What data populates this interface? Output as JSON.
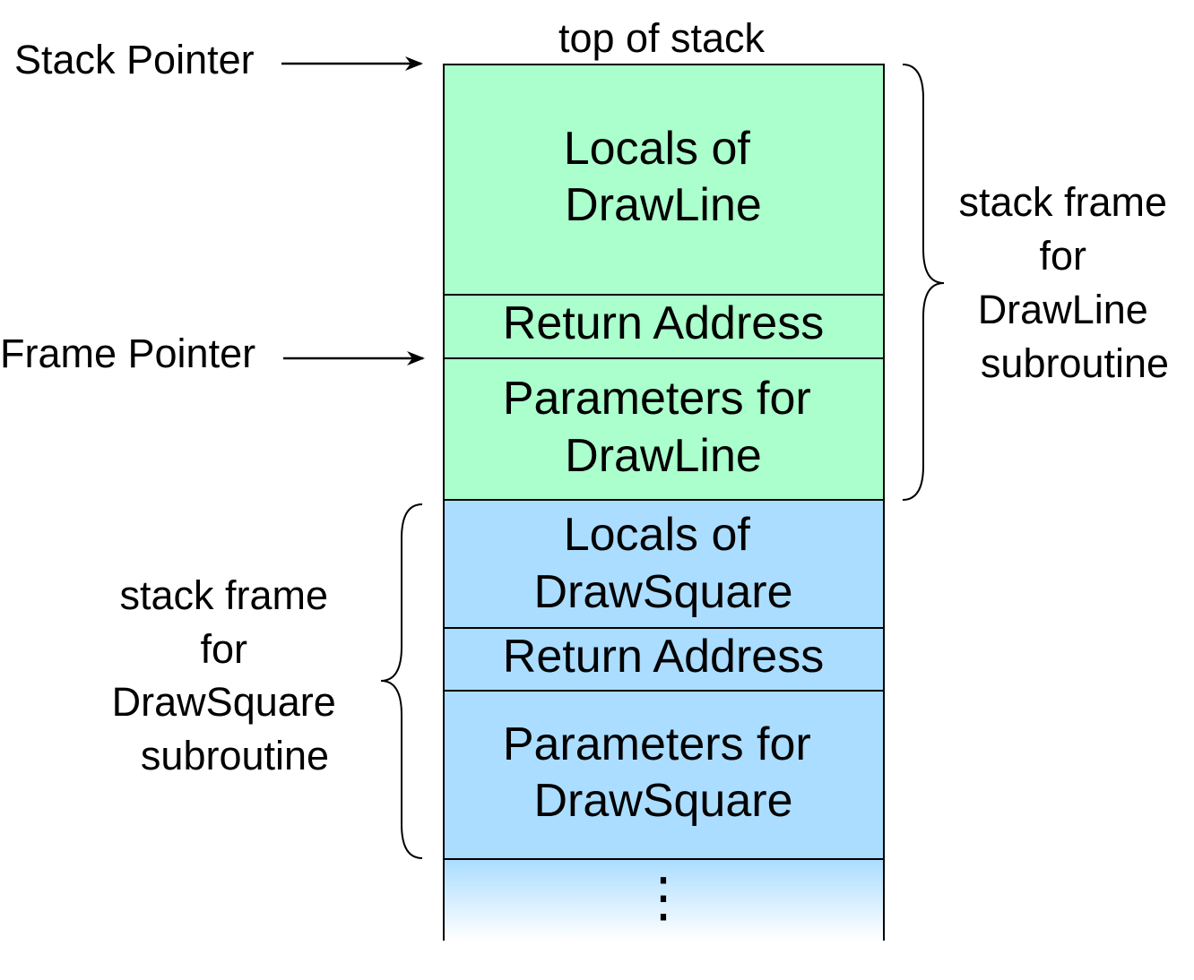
{
  "diagram": {
    "top_label": "top of stack",
    "pointers": {
      "stack_pointer": "Stack Pointer",
      "frame_pointer": "Frame Pointer"
    },
    "frames": [
      {
        "id": "drawline",
        "color": "#aaffcc",
        "label_lines": [
          "stack frame",
          "for",
          "DrawLine",
          "subroutine"
        ],
        "cells": [
          {
            "lines": [
              "Locals of",
              "DrawLine"
            ]
          },
          {
            "lines": [
              "Return Address"
            ]
          },
          {
            "lines": [
              "Parameters for",
              "DrawLine"
            ]
          }
        ]
      },
      {
        "id": "drawsquare",
        "color": "#aaddff",
        "label_lines": [
          "stack frame",
          "for",
          "DrawSquare",
          "subroutine"
        ],
        "cells": [
          {
            "lines": [
              "Locals of",
              "DrawSquare"
            ]
          },
          {
            "lines": [
              "Return Address"
            ]
          },
          {
            "lines": [
              "Parameters for",
              "DrawSquare"
            ]
          }
        ]
      }
    ],
    "continuation": "⋮",
    "continuation_color": "#aaddff"
  }
}
